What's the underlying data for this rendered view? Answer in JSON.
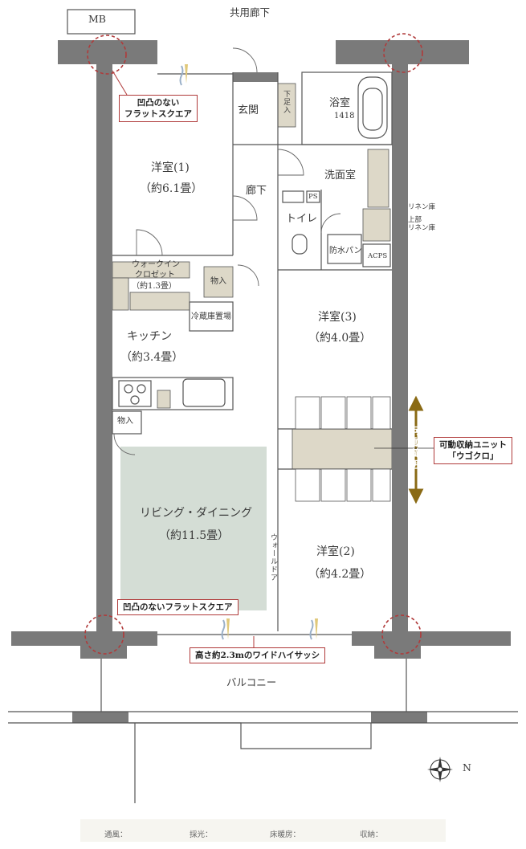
{
  "labels": {
    "mb": "MB",
    "corridor": "共用廊下",
    "entrance": "玄関",
    "shoe_storage": "下足入",
    "bathroom": "浴室",
    "bath_size": "1418",
    "room1": "洋室(1)",
    "room1_size": "（約6.1畳）",
    "hallway": "廊下",
    "washroom": "洗面室",
    "toilet": "トイレ",
    "ps": "PS",
    "linen": "リネン庫",
    "upper_linen_1": "上部",
    "upper_linen_2": "リネン庫",
    "waterproof_pan": "防水パン",
    "acps": "ACPS",
    "walkin_1": "ウォークイン",
    "walkin_2": "クロゼット",
    "walkin_3": "（約1.3畳）",
    "storage": "物入",
    "fridge": "冷蔵庫置場",
    "kitchen": "キッチン",
    "kitchen_size": "（約3.4畳）",
    "room3": "洋室(3)",
    "room3_size": "（約4.0畳）",
    "storage2": "物入",
    "living": "リビング・ダイニング",
    "living_size": "（約11.5畳）",
    "wall_door": "ウォールドア",
    "room2": "洋室(2)",
    "room2_size": "（約4.2畳）",
    "balcony": "バルコニー",
    "movable_range": "可動範囲",
    "compass": "N"
  },
  "callouts": {
    "flat_square_top_1": "凹凸のない",
    "flat_square_top_2": "フラットスクエア",
    "flat_square_bottom": "凹凸のないフラットスクエア",
    "wide_sash": "高さ約2.3mのワイドハイサッシ",
    "movable_unit_1": "可動収納ユニット",
    "movable_unit_2": "「ウゴクロ」"
  },
  "legend": {
    "ventilation": "通風：",
    "daylight": "採光：",
    "floor_heating": "床暖房：",
    "storage": "収納："
  },
  "colors": {
    "wall": "#7a7a7a",
    "floor_heating": "#d4ddd5",
    "storage": "#ddd8c8",
    "accent_red": "#b03a3a",
    "arrow_gold": "#8a6a14"
  }
}
